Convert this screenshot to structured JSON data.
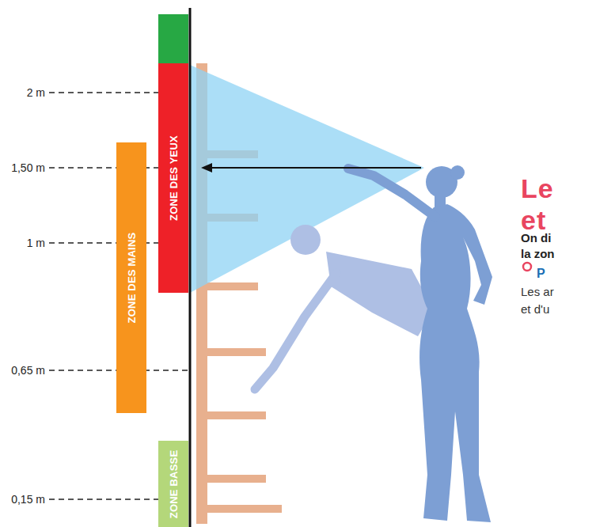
{
  "diagram": {
    "nodes": [
      {
        "text": [
          "ZONE DES YEUX"
        ]
      },
      {
        "text": [
          "ZONE DES MAINS"
        ]
      },
      {
        "text": [
          "ZONE BASSE"
        ]
      }
    ],
    "labels": [
      "2 m",
      "1,50 m",
      "1 m",
      "0,65 m",
      "0,15 m",
      "Le",
      "et",
      "On di",
      "la zon",
      "P",
      "Les ar",
      "et d'u"
    ]
  }
}
